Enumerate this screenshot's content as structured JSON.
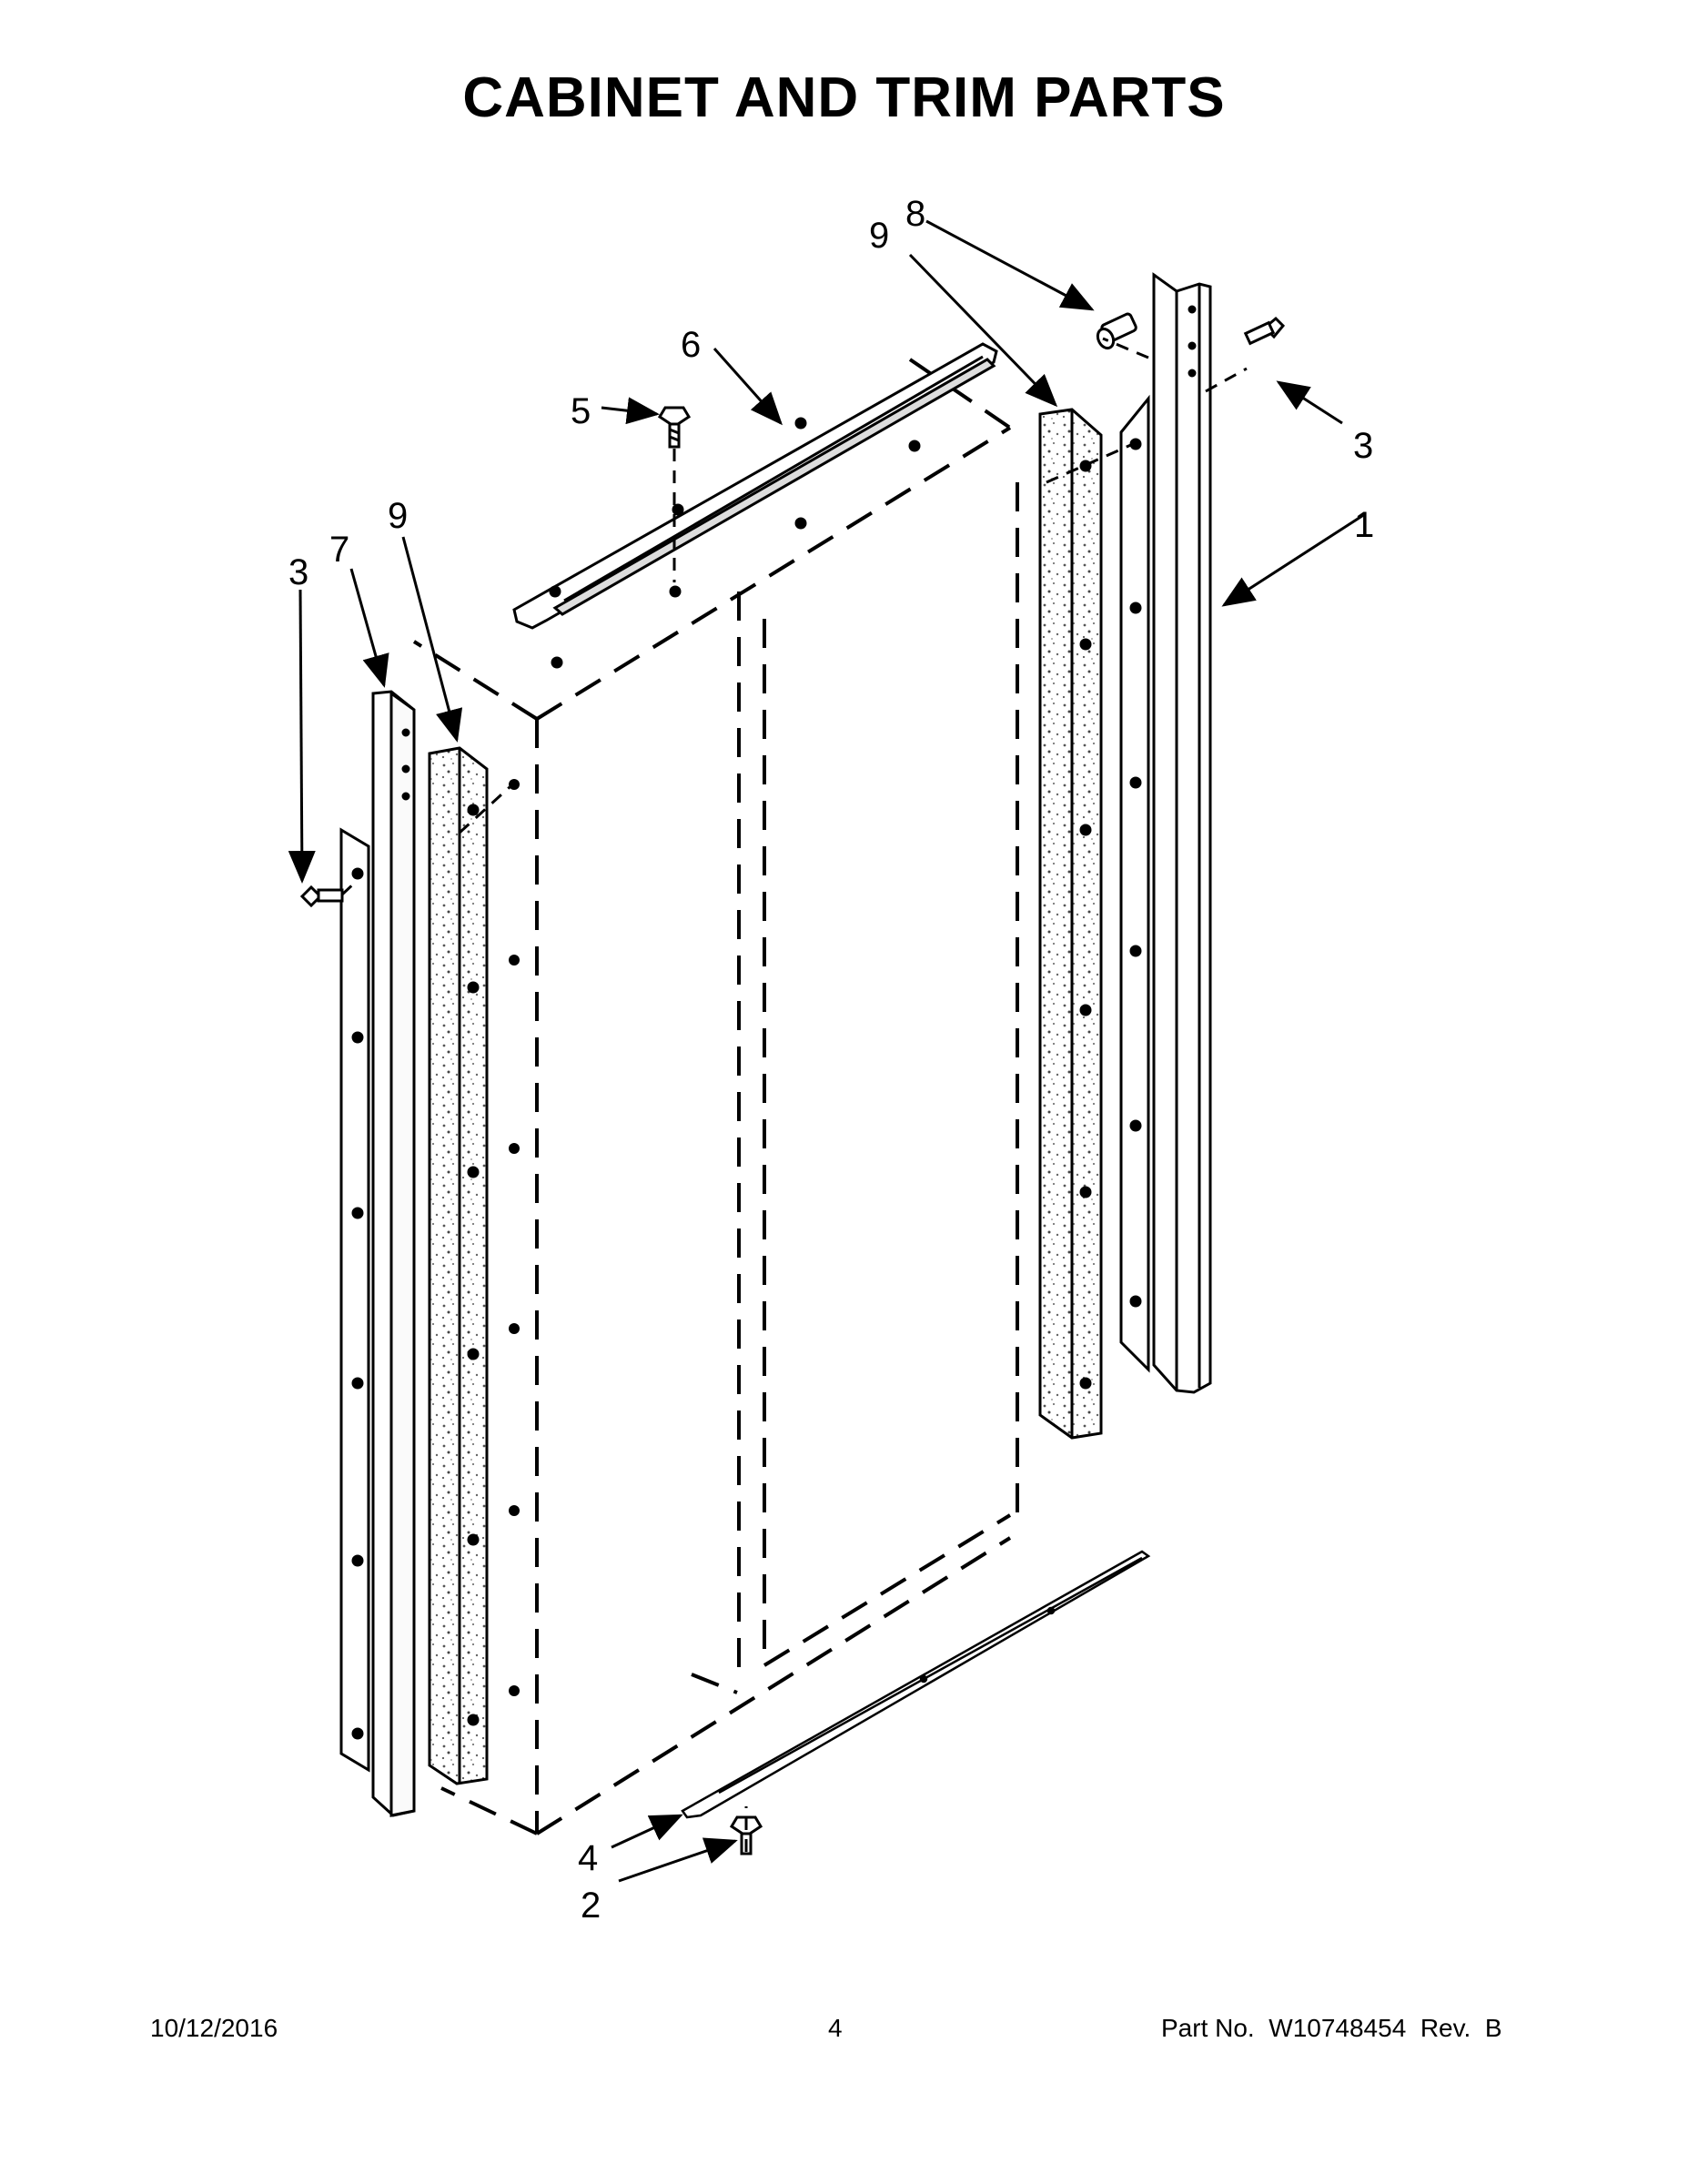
{
  "title": "CABINET AND TRIM PARTS",
  "callouts": {
    "c1": "1",
    "c2": "2",
    "c3_right": "3",
    "c3_left": "3",
    "c4": "4",
    "c5": "5",
    "c6": "6",
    "c7": "7",
    "c8": "8",
    "c9_right": "9",
    "c9_left": "9"
  },
  "footer": {
    "date": "10/12/2016",
    "page": "4",
    "part": "Part No.  W10748454  Rev.  B"
  }
}
